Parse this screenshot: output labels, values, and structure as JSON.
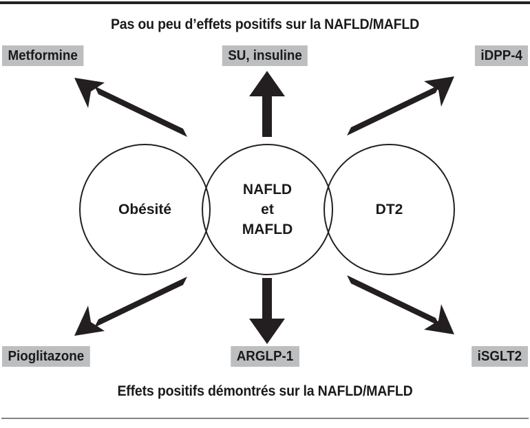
{
  "figure": {
    "top_caption": "Pas ou peu d’effets positifs sur la NAFLD/MAFLD",
    "bottom_caption": "Effets positifs démontrés sur la NAFLD/MAFLD"
  },
  "colors": {
    "chip_background": "#bcbec0",
    "text": "#1a1a1a",
    "stroke": "#231f20",
    "rule_top": "#231f20",
    "rule_bottom": "#808285",
    "background": "#ffffff"
  },
  "circles": [
    {
      "id": "obesite",
      "label": "Obésité"
    },
    {
      "id": "nafld",
      "label": "NAFLD\net\nMAFLD"
    },
    {
      "id": "dt2",
      "label": "DT2"
    }
  ],
  "top_labels": [
    {
      "id": "metformine",
      "label": "Metformine"
    },
    {
      "id": "su-insuline",
      "label": "SU, insuline"
    },
    {
      "id": "idpp4",
      "label": "iDPP-4"
    }
  ],
  "bottom_labels": [
    {
      "id": "pioglitazone",
      "label": "Pioglitazone"
    },
    {
      "id": "arglp1",
      "label": "ARGLP-1"
    },
    {
      "id": "isglt2",
      "label": "iSGLT2"
    }
  ],
  "arrows": [
    {
      "id": "arrow-to-metformine",
      "direction": "up-left",
      "from": "obesite",
      "to": "metformine"
    },
    {
      "id": "arrow-to-su-insuline",
      "direction": "up",
      "from": "nafld",
      "to": "su-insuline"
    },
    {
      "id": "arrow-to-idpp4",
      "direction": "up-right",
      "from": "dt2",
      "to": "idpp4"
    },
    {
      "id": "arrow-to-pioglitazone",
      "direction": "down-left",
      "from": "obesite",
      "to": "pioglitazone"
    },
    {
      "id": "arrow-to-arglp1",
      "direction": "down",
      "from": "nafld",
      "to": "arglp1"
    },
    {
      "id": "arrow-to-isglt2",
      "direction": "down-right",
      "from": "dt2",
      "to": "isglt2"
    }
  ]
}
